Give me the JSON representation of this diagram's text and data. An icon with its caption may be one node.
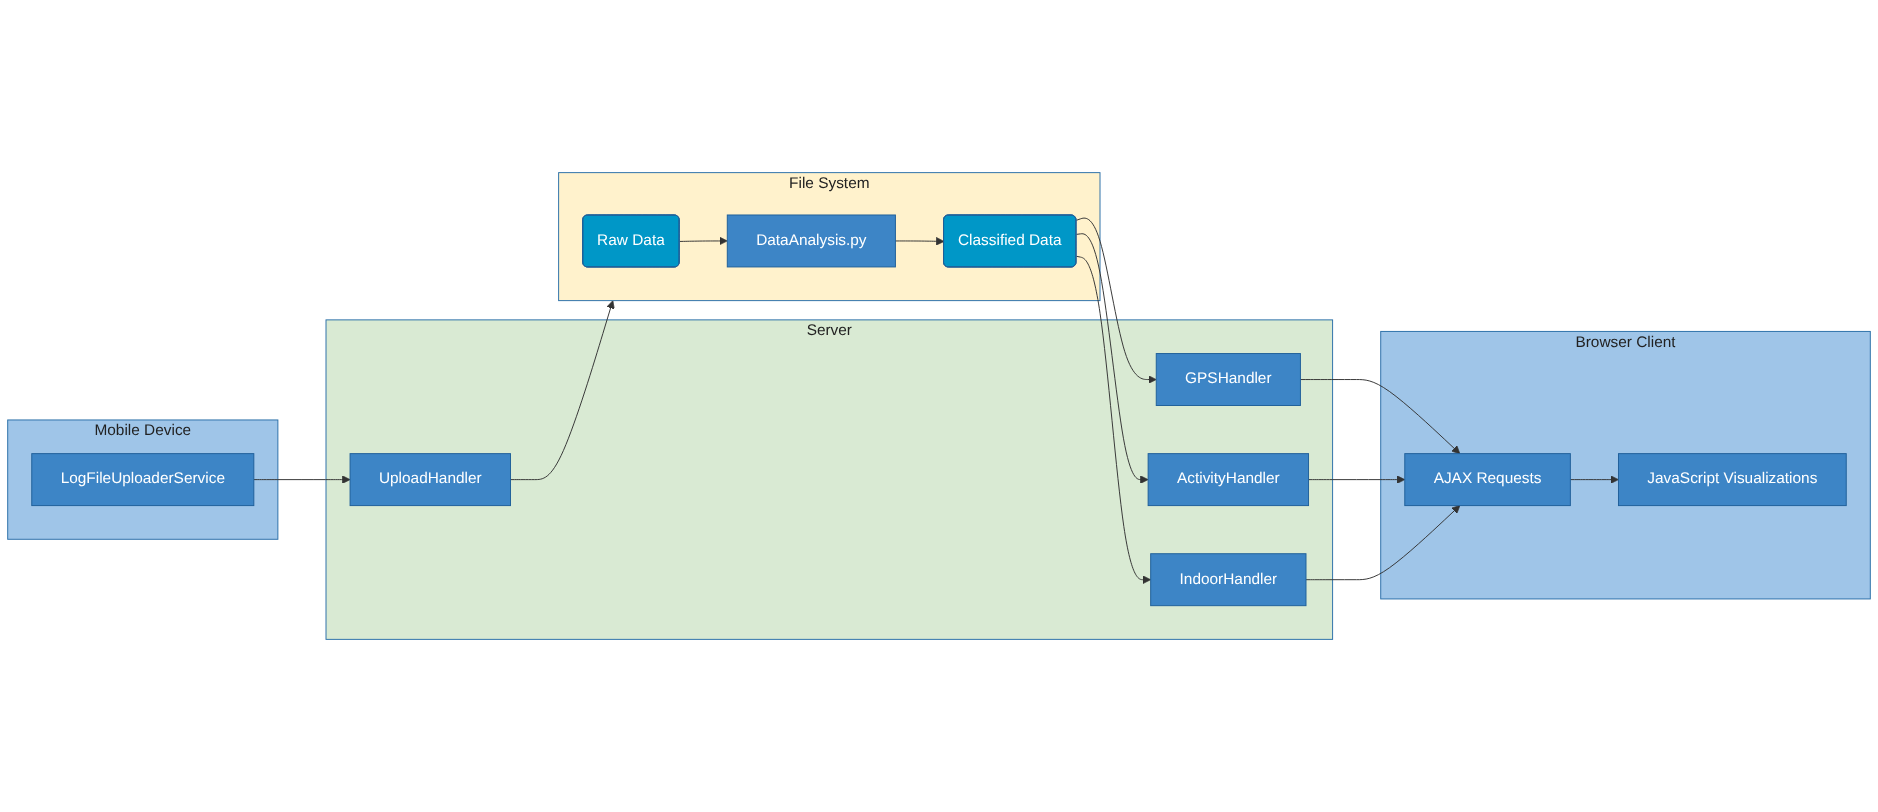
{
  "diagram": {
    "nodes": [
      {
        "text": [
          "Mobile Device"
        ]
      },
      {
        "text": [
          "LogFileUploaderService"
        ],
        "in": 0
      },
      {
        "text": [
          "Server"
        ]
      },
      {
        "text": [
          "UploadHandler"
        ],
        "in": 2
      },
      {
        "text": [
          "GPSHandler"
        ],
        "in": 2
      },
      {
        "text": [
          "ActivityHandler"
        ],
        "in": 2
      },
      {
        "text": [
          "IndoorHandler"
        ],
        "in": 2
      },
      {
        "text": [
          "Browser Client"
        ]
      },
      {
        "text": [
          "AJAX Requests"
        ],
        "in": 7
      },
      {
        "text": [
          "JavaScript Visualizations"
        ],
        "in": 7
      },
      {
        "text": [
          "File System"
        ]
      },
      {
        "text": [
          "Raw Data"
        ],
        "in": 10
      },
      {
        "text": [
          "DataAnalysis.py"
        ],
        "in": 10
      },
      {
        "text": [
          "Classified Data"
        ],
        "in": 10
      }
    ],
    "edges": [
      {
        "from": 1,
        "to": 3,
        "arrow": "to"
      },
      {
        "from": 3,
        "to": 10,
        "arrow": "to"
      },
      {
        "from": 11,
        "to": 12,
        "arrow": "to"
      },
      {
        "from": 12,
        "to": 13,
        "arrow": "to"
      },
      {
        "from": 13,
        "to": 4,
        "arrow": "to"
      },
      {
        "from": 13,
        "to": 5,
        "arrow": "to"
      },
      {
        "from": 13,
        "to": 6,
        "arrow": "to"
      },
      {
        "from": 4,
        "to": 8,
        "arrow": "to"
      },
      {
        "from": 5,
        "to": 8,
        "arrow": "to"
      },
      {
        "from": 6,
        "to": 8,
        "arrow": "to"
      },
      {
        "from": 8,
        "to": 9,
        "arrow": "to"
      }
    ]
  }
}
